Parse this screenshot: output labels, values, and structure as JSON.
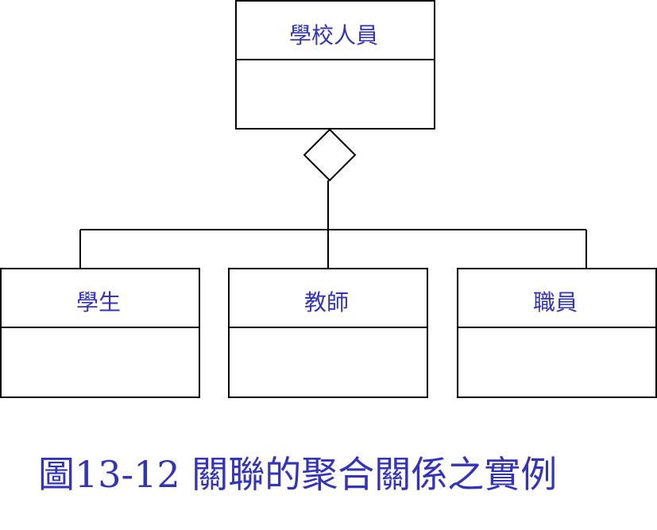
{
  "diagram": {
    "classes": {
      "parent": {
        "name": "學校人員"
      },
      "child1": {
        "name": "學生"
      },
      "child2": {
        "name": "教師"
      },
      "child3": {
        "name": "職員"
      }
    },
    "relationship": "aggregation"
  },
  "caption": "圖13-12 關聯的聚合關係之實例",
  "colors": {
    "text": "#3333bb",
    "lines": "#000000",
    "background": "#ffffff"
  }
}
